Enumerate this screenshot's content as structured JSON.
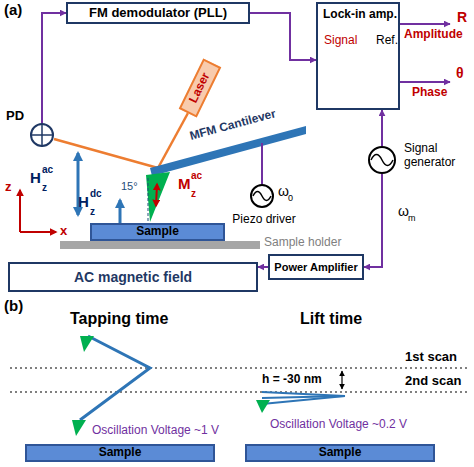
{
  "diagram": {
    "nodes": [
      {
        "text": [
          "FM demodulator (PLL)"
        ]
      },
      {
        "text": [
          "Lock-in amp.",
          "Signal",
          "Ref."
        ]
      },
      {
        "text": [
          "PD"
        ]
      },
      {
        "text": [
          "Laser"
        ]
      },
      {
        "text": [
          "Piezo driver"
        ]
      },
      {
        "text": [
          "Signal generator"
        ]
      },
      {
        "text": [
          "Power Amplifier"
        ]
      },
      {
        "text": [
          "Sample"
        ]
      },
      {
        "text": [
          "AC magnetic field"
        ]
      },
      {
        "text": [
          "Sample"
        ]
      },
      {
        "text": [
          "Sample"
        ]
      }
    ],
    "edges": [
      {
        "from": 2,
        "to": 0,
        "arrow": "to"
      },
      {
        "from": 0,
        "to": 1,
        "arrow": "to"
      },
      {
        "from": 5,
        "to": 1,
        "arrow": "to"
      },
      {
        "from": 5,
        "to": 6,
        "arrow": "to"
      },
      {
        "from": 6,
        "to": 8,
        "arrow": "to"
      }
    ],
    "labels": [
      "(a)",
      "R",
      "Amplitude",
      "θ",
      "Phase",
      "MFM Cantilever",
      "H",
      "z",
      "ac",
      "M",
      "z",
      "ac",
      "H",
      "z",
      "dc",
      "15°",
      "z",
      "x",
      "ω",
      "0",
      "ω",
      "m",
      "Sample holder",
      "(b)",
      "Tapping time",
      "Lift time",
      "1st scan",
      "2nd scan",
      "h = -30 nm",
      "Oscillation Voltage ~1 V",
      "Oscillation Voltage ~0.2 V"
    ]
  }
}
